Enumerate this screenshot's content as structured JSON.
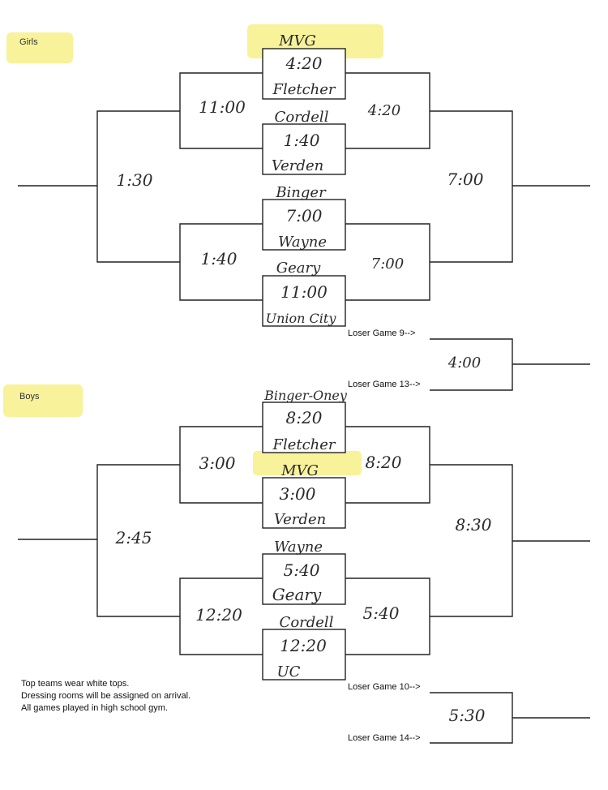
{
  "girls": {
    "label": "Girls",
    "teams": {
      "g1_top": "MVG",
      "g1_time": "4:20",
      "g1_bottom": "Fletcher",
      "g2_top": "Cordell",
      "g2_time": "1:40",
      "g2_bottom": "Verden",
      "g3_top": "Binger",
      "g3_time": "7:00",
      "g3_bottom": "Wayne",
      "g4_top": "Geary",
      "g4_time": "11:00",
      "g4_bottom": "Union City"
    },
    "times": {
      "l_upper": "11:00",
      "l_lower": "1:40",
      "l_final": "1:30",
      "r_upper": "4:20",
      "r_lower": "7:00",
      "r_final": "7:00",
      "consolation": "4:00"
    },
    "loser_labels": [
      "Loser Game 9-->",
      "Loser Game 13-->"
    ]
  },
  "boys": {
    "label": "Boys",
    "teams": {
      "g1_top": "Binger-Oney",
      "g1_time": "8:20",
      "g1_bottom": "Fletcher",
      "g2_top": "MVG",
      "g2_time": "3:00",
      "g2_bottom": "Verden",
      "g3_top": "Wayne",
      "g3_time": "5:40",
      "g3_bottom": "Geary",
      "g4_top": "Cordell",
      "g4_time": "12:20",
      "g4_bottom": "UC"
    },
    "times": {
      "l_upper": "3:00",
      "l_lower": "12:20",
      "l_final": "2:45",
      "r_upper": "8:20",
      "r_lower": "5:40",
      "r_final": "8:30",
      "consolation": "5:30"
    },
    "loser_labels": [
      "Loser Game 10-->",
      "Loser Game 14-->"
    ]
  },
  "notes": [
    "Top teams wear white tops.",
    "Dressing rooms will be assigned on arrival.",
    "All games played in high school gym."
  ],
  "highlight_color": "#f6ee78"
}
